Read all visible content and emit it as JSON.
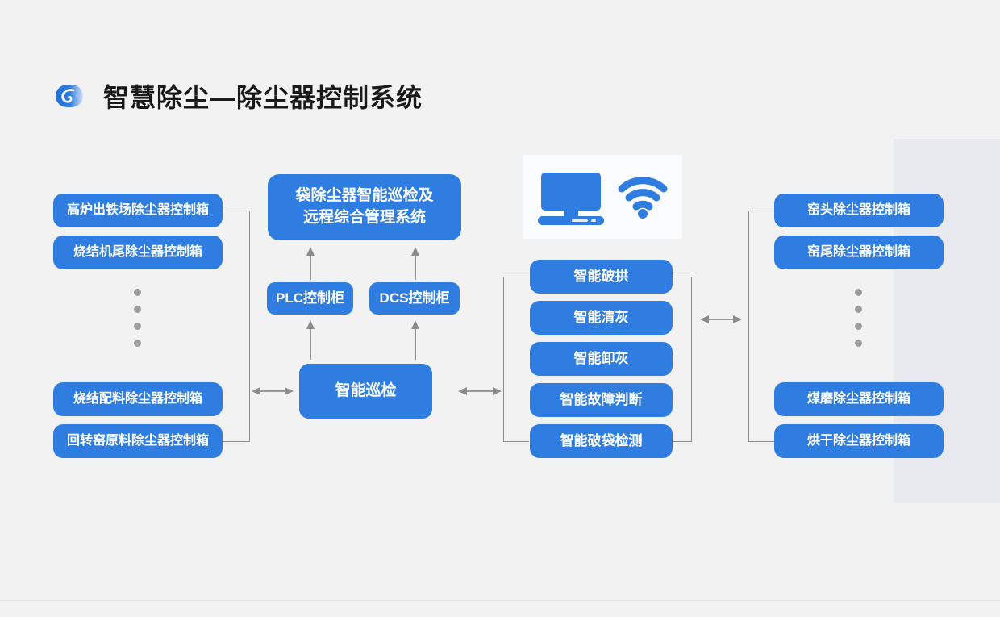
{
  "header": {
    "title": "智慧除尘—除尘器控制系统",
    "logo_icon": "swirl-logo-icon"
  },
  "colors": {
    "node_blue": "#2f7de1",
    "background": "#f2f2f2",
    "connector_gray": "#8c8c8c",
    "dot_gray": "#9e9e9e",
    "deco_panel": "#e9e9f0",
    "illustration_blue": "#2f7de1"
  },
  "left_column": {
    "top_items": [
      {
        "label": "高炉出铁场除尘器控制箱"
      },
      {
        "label": "烧结机尾除尘器控制箱"
      }
    ],
    "ellipsis_dots": 4,
    "bottom_items": [
      {
        "label": "烧结配料除尘器控制箱"
      },
      {
        "label": "回转窑原料除尘器控制箱"
      }
    ]
  },
  "center_column": {
    "system_box": "袋除尘器智能巡检及远程综合管理系统",
    "system_box_line1": "袋除尘器智能巡检及",
    "system_box_line2": "远程综合管理系统",
    "cabinets": [
      {
        "label": "PLC控制柜"
      },
      {
        "label": "DCS控制柜"
      }
    ],
    "inspection_box": "智能巡检"
  },
  "feature_column": {
    "items": [
      {
        "label": "智能破拱"
      },
      {
        "label": "智能清灰"
      },
      {
        "label": "智能卸灰"
      },
      {
        "label": "智能故障判断"
      },
      {
        "label": "智能破袋检测"
      }
    ]
  },
  "right_column": {
    "top_items": [
      {
        "label": "窑头除尘器控制箱"
      },
      {
        "label": "窑尾除尘器控制箱"
      }
    ],
    "ellipsis_dots": 4,
    "bottom_items": [
      {
        "label": "煤磨除尘器控制箱"
      },
      {
        "label": "烘干除尘器控制箱"
      }
    ]
  },
  "illustration": {
    "monitor_icon": "desktop-computer-icon",
    "wifi_icon": "wifi-signal-icon"
  }
}
